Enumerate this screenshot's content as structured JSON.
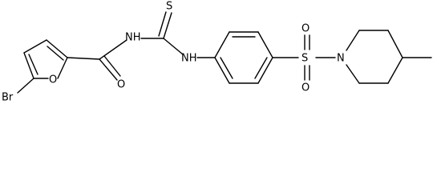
{
  "molecule": {
    "atoms": {
      "br": "Br",
      "o_furan": "O",
      "o_carbonyl": "O",
      "nh_amide": "NH",
      "s_thio": "S",
      "nh_aniline": "NH",
      "s_sulfonyl": "S",
      "o_sulfonyl_top": "O",
      "o_sulfonyl_bottom": "O",
      "n_piperidine": "N"
    }
  }
}
